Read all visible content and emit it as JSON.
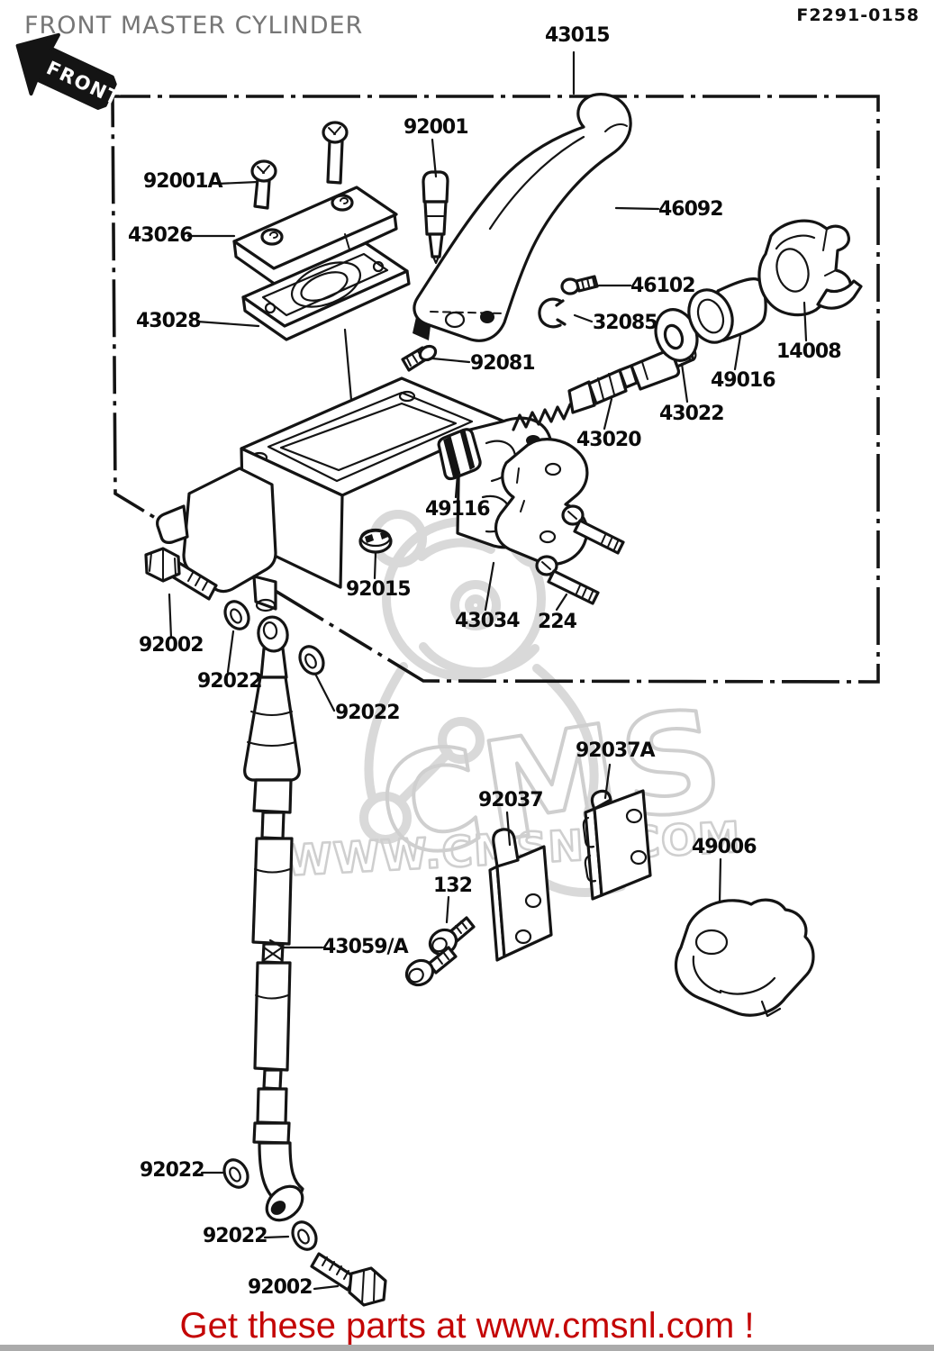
{
  "header": {
    "title": "FRONT MASTER CYLINDER",
    "figure_code": "F2291-0158",
    "front_stamp": "FRONT"
  },
  "watermark": {
    "brand": "CMS",
    "url": "WWW.CMSNL.COM"
  },
  "footer": {
    "text": "Get these parts at www.cmsnl.com !"
  },
  "colors": {
    "line": "#141414",
    "title_gray": "#767676",
    "footer_red": "#c40505",
    "watermark_gray": "#d5d5d5"
  },
  "diagram": {
    "assembly": "FRONT MASTER CYLINDER",
    "part_labels": [
      {
        "part": "43015"
      },
      {
        "part": "92001A"
      },
      {
        "part": "43026"
      },
      {
        "part": "43028"
      },
      {
        "part": "92001"
      },
      {
        "part": "46092"
      },
      {
        "part": "46102"
      },
      {
        "part": "32085"
      },
      {
        "part": "92081"
      },
      {
        "part": "14008"
      },
      {
        "part": "49016"
      },
      {
        "part": "43022"
      },
      {
        "part": "43020"
      },
      {
        "part": "49116"
      },
      {
        "part": "92015"
      },
      {
        "part": "43034"
      },
      {
        "part": "224"
      },
      {
        "part": "92002"
      },
      {
        "part": "92022"
      },
      {
        "part": "92022"
      },
      {
        "part": "92037A"
      },
      {
        "part": "92037"
      },
      {
        "part": "49006"
      },
      {
        "part": "132"
      },
      {
        "part": "43059/A"
      },
      {
        "part": "92022"
      },
      {
        "part": "92022"
      },
      {
        "part": "92002"
      }
    ]
  }
}
